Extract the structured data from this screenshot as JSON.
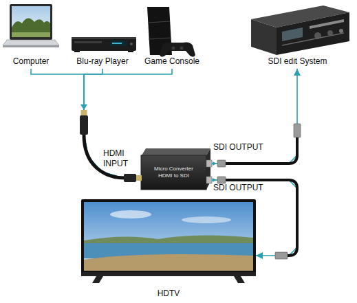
{
  "diagram": {
    "nodes": [
      {
        "text": [
          "Computer"
        ]
      },
      {
        "text": [
          "Blu-ray Player"
        ]
      },
      {
        "text": [
          "Game Console"
        ]
      },
      {
        "text": [
          "SDI edit System"
        ]
      },
      {
        "text": [
          "Micro Converter HDMI to SDI"
        ]
      },
      {
        "text": [
          "HDTV"
        ]
      }
    ],
    "edges": [
      {
        "from": 0,
        "to": 4,
        "arrow": "to"
      },
      {
        "from": 1,
        "to": 4,
        "arrow": "to"
      },
      {
        "from": 2,
        "to": 4,
        "arrow": "to"
      },
      {
        "from": 4,
        "to": 3,
        "label": "SDI OUTPUT",
        "arrow": "to"
      },
      {
        "from": 4,
        "to": 5,
        "label": "SDI OUTPUT",
        "arrow": "to"
      }
    ],
    "labels": [
      "HDMI INPUT"
    ]
  }
}
